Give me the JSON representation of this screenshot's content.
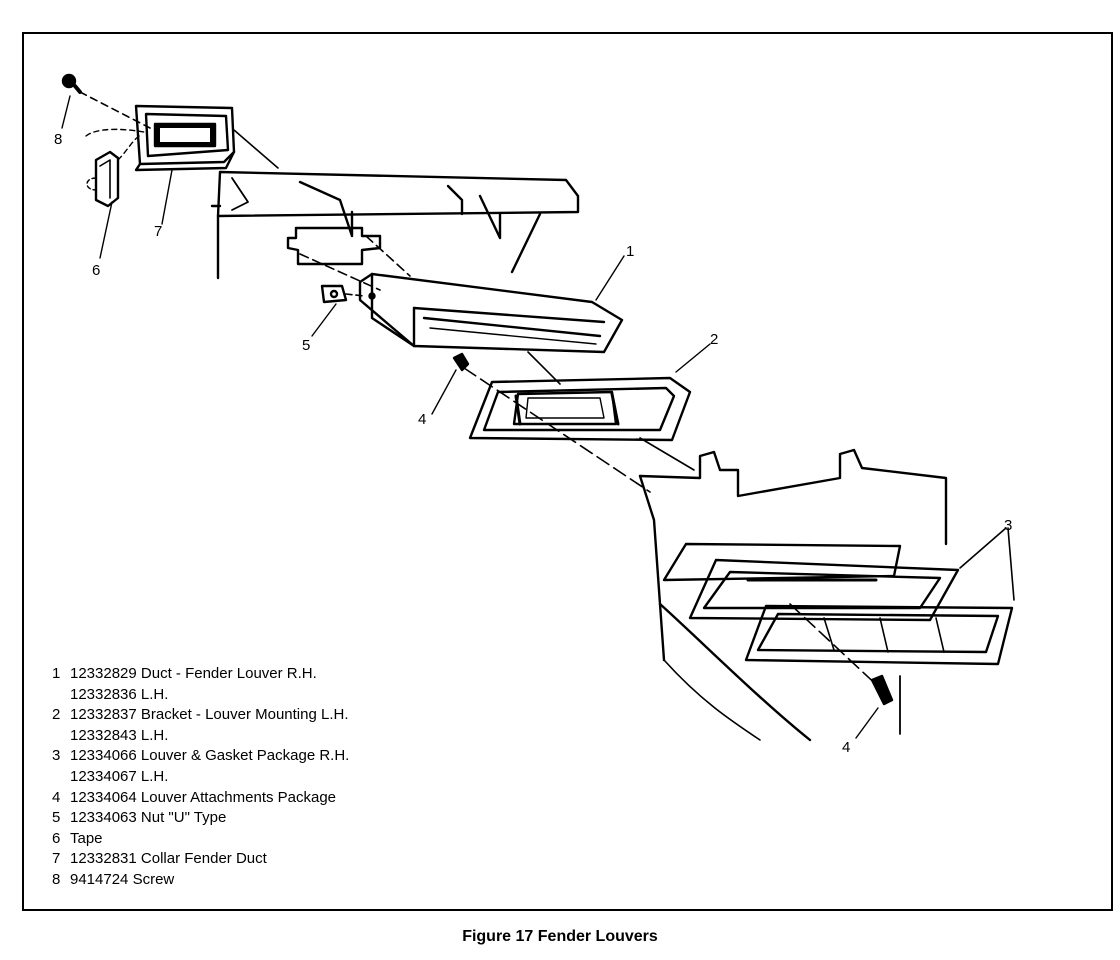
{
  "figure": {
    "caption": "Figure 17 Fender Louvers"
  },
  "callouts": {
    "c1": "1",
    "c2": "2",
    "c3": "3",
    "c4a": "4",
    "c4b": "4",
    "c5": "5",
    "c6": "6",
    "c7": "7",
    "c8": "8"
  },
  "legend": [
    {
      "num": "1",
      "text": "12332829 Duct - Fender Louver R.H."
    },
    {
      "num": "",
      "text": "12332836 L.H."
    },
    {
      "num": "2",
      "text": "12332837 Bracket - Louver Mounting L.H."
    },
    {
      "num": "",
      "text": "12332843 L.H."
    },
    {
      "num": "3",
      "text": "12334066 Louver & Gasket Package R.H."
    },
    {
      "num": "",
      "text": "12334067 L.H."
    },
    {
      "num": "4",
      "text": "12334064 Louver Attachments Package"
    },
    {
      "num": "5",
      "text": "12334063 Nut \"U\" Type"
    },
    {
      "num": "6",
      "text": "Tape"
    },
    {
      "num": "7",
      "text": "12332831 Collar Fender Duct"
    },
    {
      "num": "8",
      "text": "9414724 Screw"
    }
  ]
}
